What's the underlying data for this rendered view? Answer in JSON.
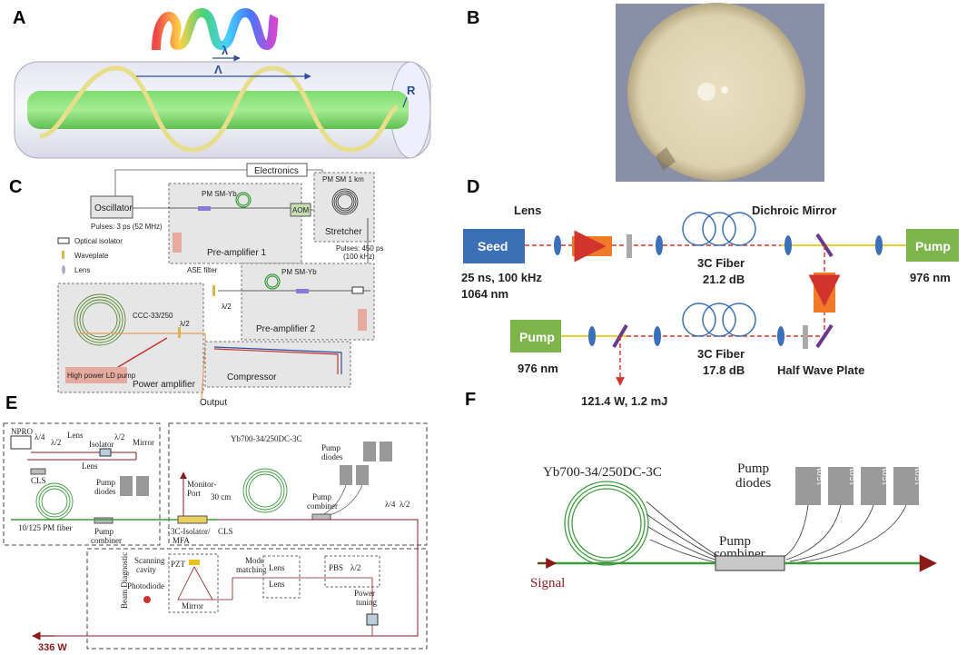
{
  "panels": {
    "A": {
      "label": "A",
      "lambda": "λ",
      "Lambda": "Λ",
      "R": "R"
    },
    "B": {
      "label": "B"
    },
    "C": {
      "label": "C",
      "electronics": "Electronics",
      "oscillator": "Oscillator",
      "pulses_osc": "Pulses: 3 ps (52 MHz)",
      "pm_sm_yb_1": "PM SM-Yb",
      "aom": "AOM",
      "pm_sm_1km": "PM SM 1 km",
      "stretcher": "Stretcher",
      "pre_amp_1": "Pre-amplifier 1",
      "pulses_str_1": "Pulses: 450 ps",
      "pulses_str_2": "(100 kHz)",
      "legend_isolator": "Optical isolator",
      "legend_waveplate": "Waveplate",
      "legend_lens": "Lens",
      "ase_filter": "ASE filter",
      "half_wave": "λ/2",
      "pm_sm_yb_2": "PM SM-Yb",
      "pre_amp_2": "Pre-amplifier 2",
      "ccc": "CCC-33/250",
      "half_wave_2": "λ/2",
      "high_power_ld": "High power LD pump",
      "power_amp": "Power amplifier",
      "compressor": "Compressor",
      "output": "Output"
    },
    "D": {
      "label": "D",
      "lens": "Lens",
      "dichroic": "Dichroic Mirror",
      "seed": "Seed",
      "seed_spec_1": "25 ns, 100 kHz",
      "seed_spec_2": "1064 nm",
      "fiber1": "3C Fiber",
      "fiber1_db": "21.2 dB",
      "pump_right": "Pump",
      "pump_right_nm": "976 nm",
      "pump_left": "Pump",
      "pump_left_nm": "976 nm",
      "fiber2": "3C Fiber",
      "fiber2_db": "17.8 dB",
      "hwp": "Half Wave Plate",
      "output": "121.4 W, 1.2 mJ"
    },
    "E": {
      "label": "E",
      "npro": "NPRO",
      "q4": "λ/4",
      "h2a": "λ/2",
      "lens_a": "Lens",
      "isolator": "Isolator",
      "h2b": "λ/2",
      "mirror": "Mirror",
      "lens_b": "Lens",
      "cls1": "CLS",
      "pump_diodes_1": "Pump",
      "pump_diodes_1b": "diodes",
      "fiber_10_125": "10/125 PM fiber",
      "pump_combiner_1": "Pump",
      "pump_combiner_1b": "combiner",
      "monitor_port": "Monitor-",
      "monitor_port_b": "Port",
      "yb_fiber": "Yb700-34/250DC-3C",
      "pump_diodes_2": "Pump",
      "pump_diodes_2b": "diodes",
      "len_30cm": "30 cm",
      "isolator_3c": "3C-Isolator/",
      "mfa": "MFA",
      "cls2": "CLS",
      "pump_combiner_2": "Pump",
      "pump_combiner_2b": "combiner",
      "q4b": "λ/4",
      "h2c": "λ/2",
      "beam_diag": "Beam Diagnostic",
      "scanning": "Scanning",
      "cavity": "cavity",
      "pzt": "PZT",
      "photodiode": "Photodiode",
      "mirror_b": "Mirror",
      "mode": "Mode",
      "matching": "matching",
      "lens_c": "Lens",
      "lens_d": "Lens",
      "pbs": "PBS",
      "h2d": "λ/2",
      "power_tuning": "Power",
      "power_tuning_b": "tuning",
      "out_power": "336 W"
    },
    "F": {
      "label": "F",
      "yb_fiber": "Yb700-34/250DC-3C",
      "pump": "Pump",
      "diodes": "diodes",
      "pump_combiner_1": "Pump",
      "pump_combiner_2": "combiner",
      "signal": "Signal",
      "diode_label": "150W"
    }
  },
  "colors": {
    "fiber_green": "#3c9a3c",
    "beam_red": "#d0342c",
    "seed_blue": "#3b6fb6",
    "pump_green": "#7db54a",
    "dark_red": "#8b1a1a"
  }
}
